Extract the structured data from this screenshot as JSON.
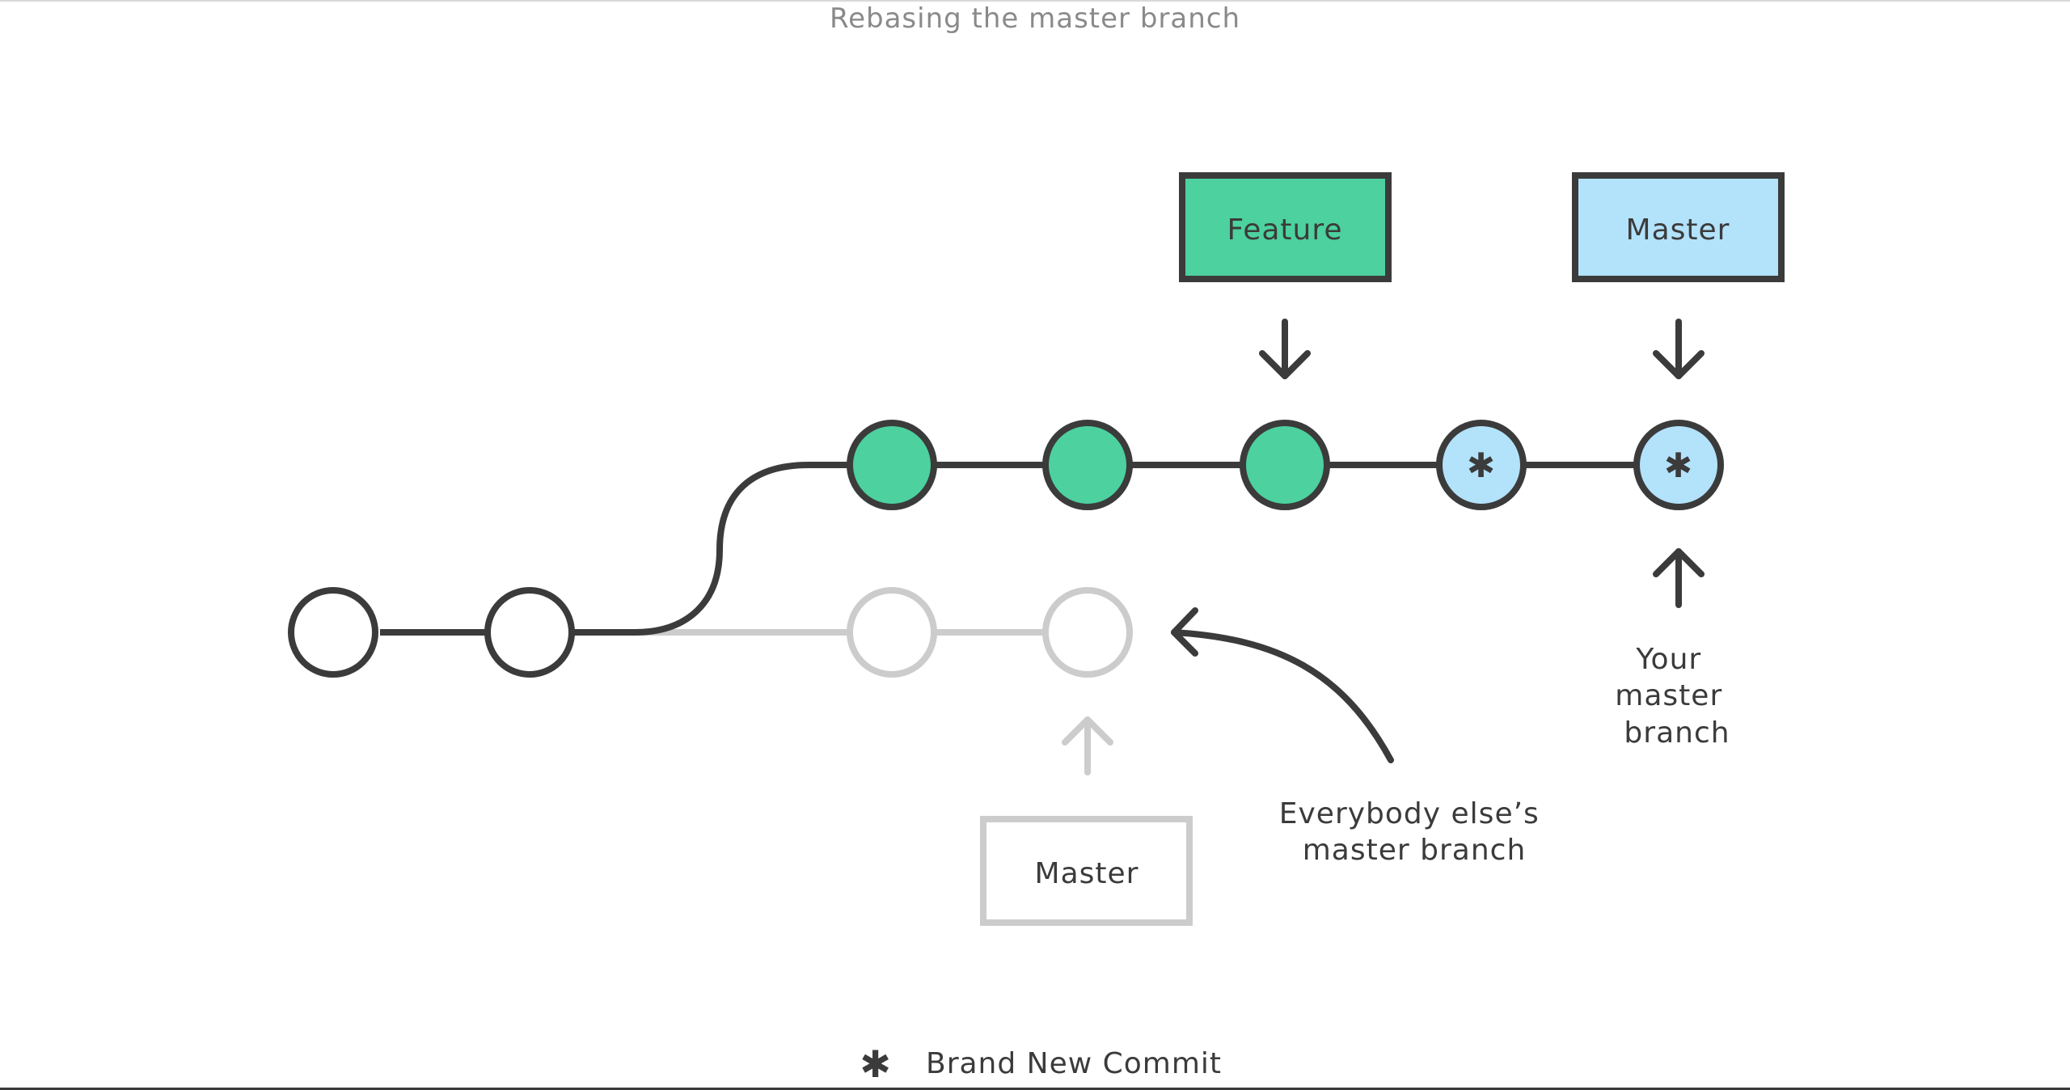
{
  "title": "Rebasing the master branch",
  "labels": {
    "feature_box": "Feature",
    "master_box_top": "Master",
    "master_box_bottom": "Master"
  },
  "annotations": {
    "your_master": [
      "Your",
      "master",
      "branch"
    ],
    "everybody_else": [
      "Everybody else’s",
      "master branch"
    ]
  },
  "legend": {
    "symbol": "✱",
    "label": "Brand New Commit"
  },
  "colors": {
    "dark_stroke": "#3b3b3b",
    "ghost_stroke": "#cccccc",
    "feature_green": "#4cd19f",
    "master_blue": "#b3e2fb",
    "title_gray": "#8a8a8a",
    "text_dark": "#3b3b3b"
  }
}
